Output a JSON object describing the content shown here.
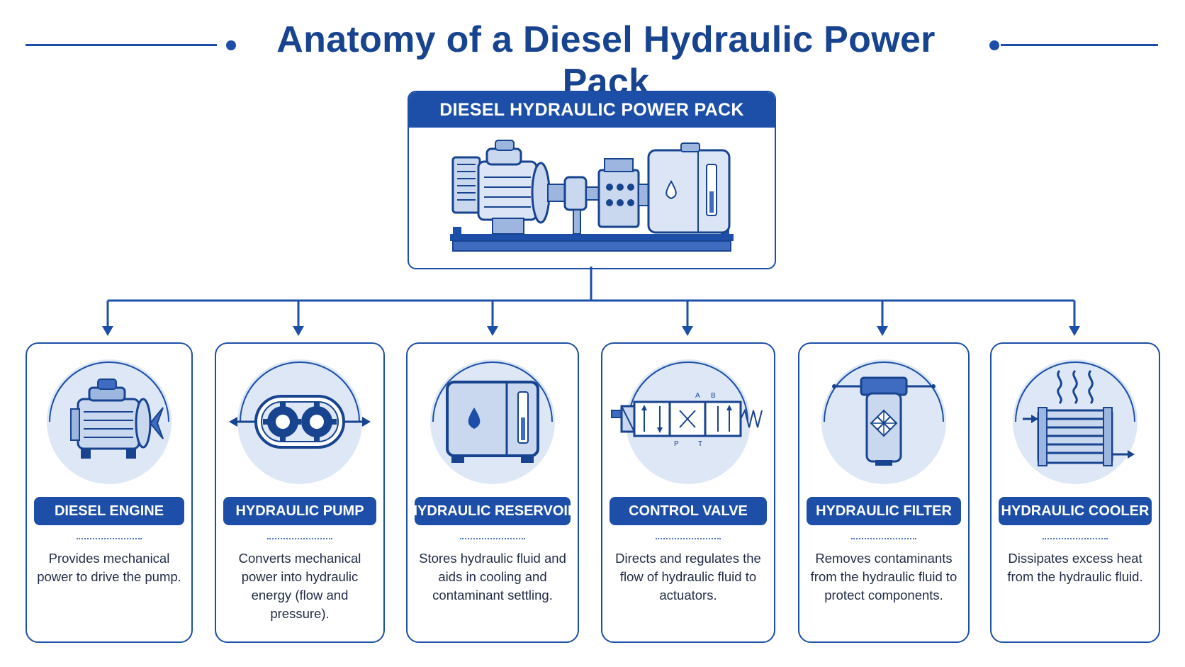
{
  "title": "Anatomy of a Diesel Hydraulic Power Pack",
  "main": {
    "label": "DIESEL HYDRAULIC POWER PACK"
  },
  "components": [
    {
      "label": "DIESEL ENGINE",
      "description": "Provides mechanical power to drive the pump."
    },
    {
      "label": "HYDRAULIC PUMP",
      "description": "Converts mechanical power into hydraulic energy (flow and pressure)."
    },
    {
      "label": "HYDRAULIC RESERVOIR",
      "description": "Stores hydraulic fluid and aids in cooling and contaminant settling."
    },
    {
      "label": "CONTROL VALVE",
      "description": "Directs and regulates the flow of hydraulic fluid to actuators."
    },
    {
      "label": "HYDRAULIC FILTER",
      "description": "Removes contaminants from the hydraulic fluid to protect components."
    },
    {
      "label": "HYDRAULIC COOLER",
      "description": "Dissipates excess heat from the hydraulic fluid."
    }
  ],
  "valve_ports": {
    "a": "A",
    "b": "B",
    "p": "P",
    "t": "T"
  },
  "colors": {
    "primary": "#1d4fa8",
    "dark": "#17438f",
    "light": "#dde7f6",
    "mid": "#9db6e0"
  }
}
